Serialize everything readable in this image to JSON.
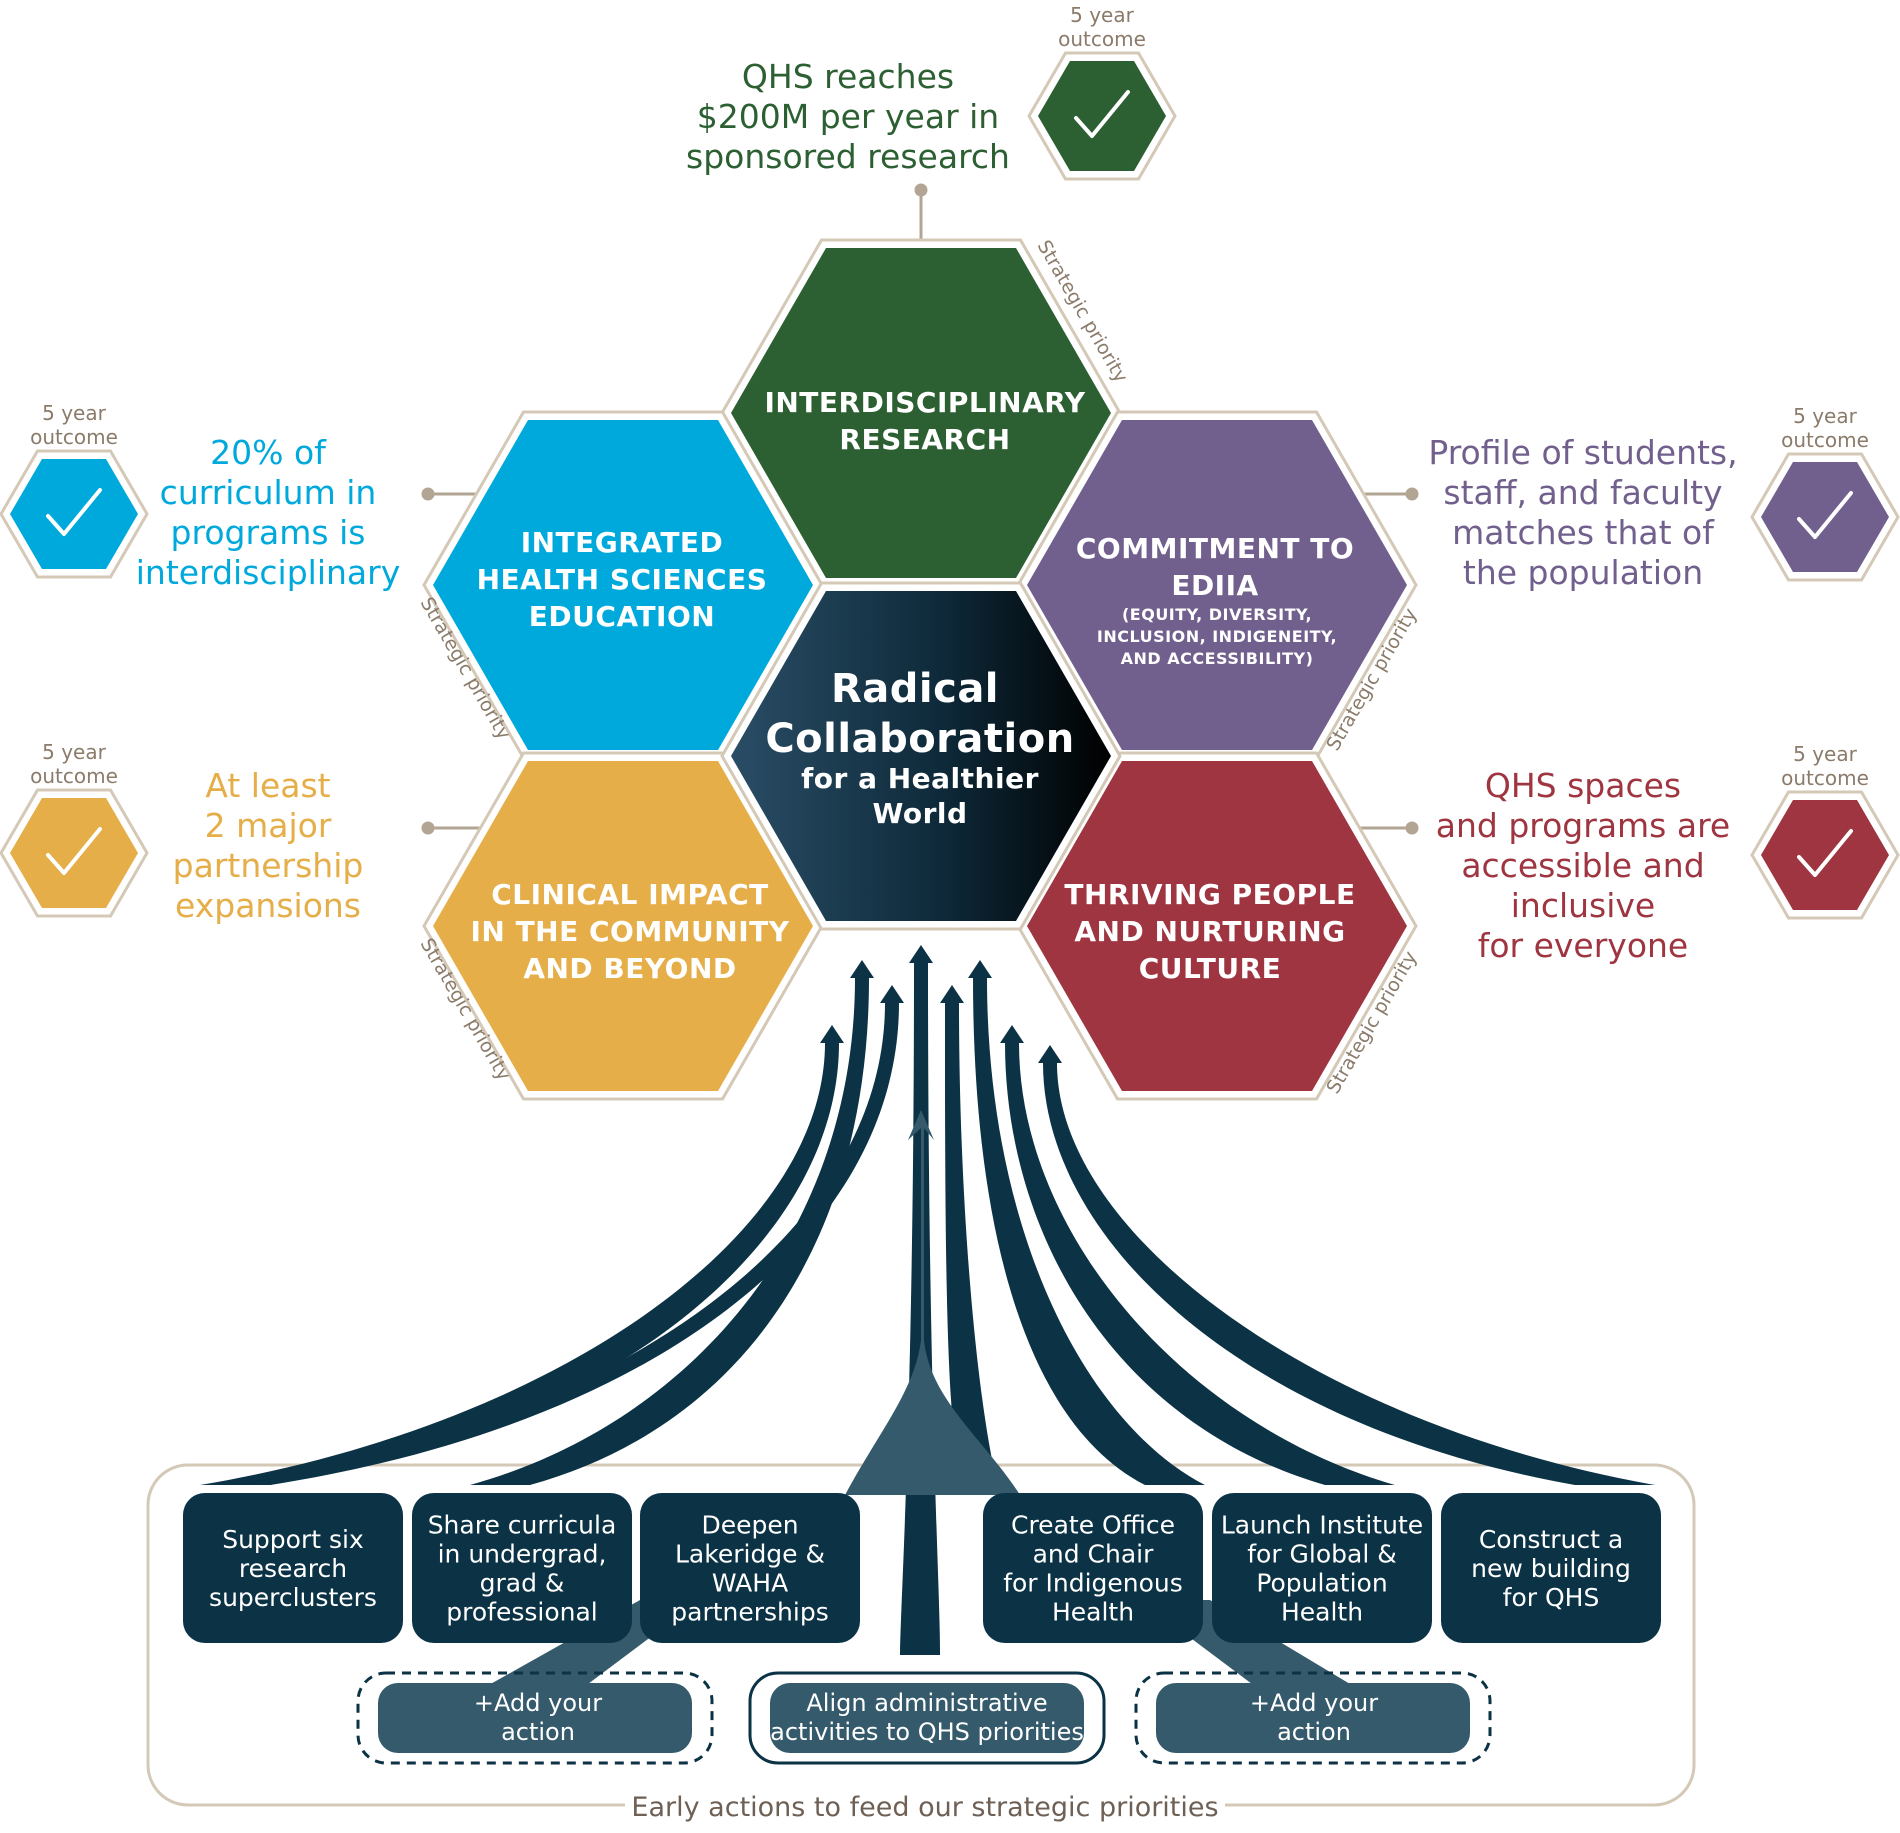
{
  "center": {
    "line1": "Radical",
    "line2": "Collaboration",
    "line3": "for a Healthier",
    "line4": "World"
  },
  "strategic_priority_label": "Strategic priority",
  "outcome_label_1": "5 year",
  "outcome_label_2": "outcome",
  "colors": {
    "research": "#2c5f32",
    "education": "#00a9dc",
    "ediia": "#71608d",
    "clinical": "#e5ae48",
    "thriving": "#9e3540",
    "navy": "#0b3245",
    "slate": "#355a6c",
    "border": "#d4c8b6"
  },
  "priorities": {
    "research": {
      "lines": [
        "INTERDISCIPLINARY",
        "RESEARCH"
      ]
    },
    "education": {
      "lines": [
        "INTEGRATED",
        "HEALTH SCIENCES",
        "EDUCATION"
      ]
    },
    "ediia": {
      "lines": [
        "COMMITMENT TO",
        "EDIIA"
      ],
      "sub": [
        "(EQUITY, DIVERSITY,",
        "INCLUSION, INDIGENEITY,",
        "AND ACCESSIBILITY)"
      ]
    },
    "clinical": {
      "lines": [
        "CLINICAL IMPACT",
        "IN THE COMMUNITY",
        "AND BEYOND"
      ]
    },
    "thriving": {
      "lines": [
        "THRIVING PEOPLE",
        "AND NURTURING",
        "CULTURE"
      ]
    }
  },
  "outcomes": {
    "research": [
      "QHS reaches",
      "$200M per year in",
      "sponsored research"
    ],
    "education": [
      "20% of",
      "curriculum in",
      "programs is",
      "interdisciplinary"
    ],
    "ediia": [
      "Profile of students,",
      "staff, and faculty",
      "matches that of",
      "the population"
    ],
    "clinical": [
      "At least",
      "2 major",
      "partnership",
      "expansions"
    ],
    "thriving": [
      "QHS spaces",
      "and programs are",
      "accessible and",
      "inclusive",
      "for everyone"
    ]
  },
  "actions": [
    [
      "Support six",
      "research",
      "superclusters"
    ],
    [
      "Share curricula",
      "in undergrad,",
      "grad &",
      "professional"
    ],
    [
      "Deepen",
      "Lakeridge &",
      "WAHA",
      "partnerships"
    ],
    [
      "Create Office",
      "and Chair",
      "for Indigenous",
      "Health"
    ],
    [
      "Launch Institute",
      "for Global &",
      "Population",
      "Health"
    ],
    [
      "Construct a",
      "new building",
      "for QHS"
    ]
  ],
  "add_action_left": [
    "+Add your",
    "action"
  ],
  "add_action_right": [
    "+Add your",
    "action"
  ],
  "align_action": [
    "Align administrative",
    "activities to QHS priorities"
  ],
  "footer": "Early actions to feed our strategic priorities"
}
